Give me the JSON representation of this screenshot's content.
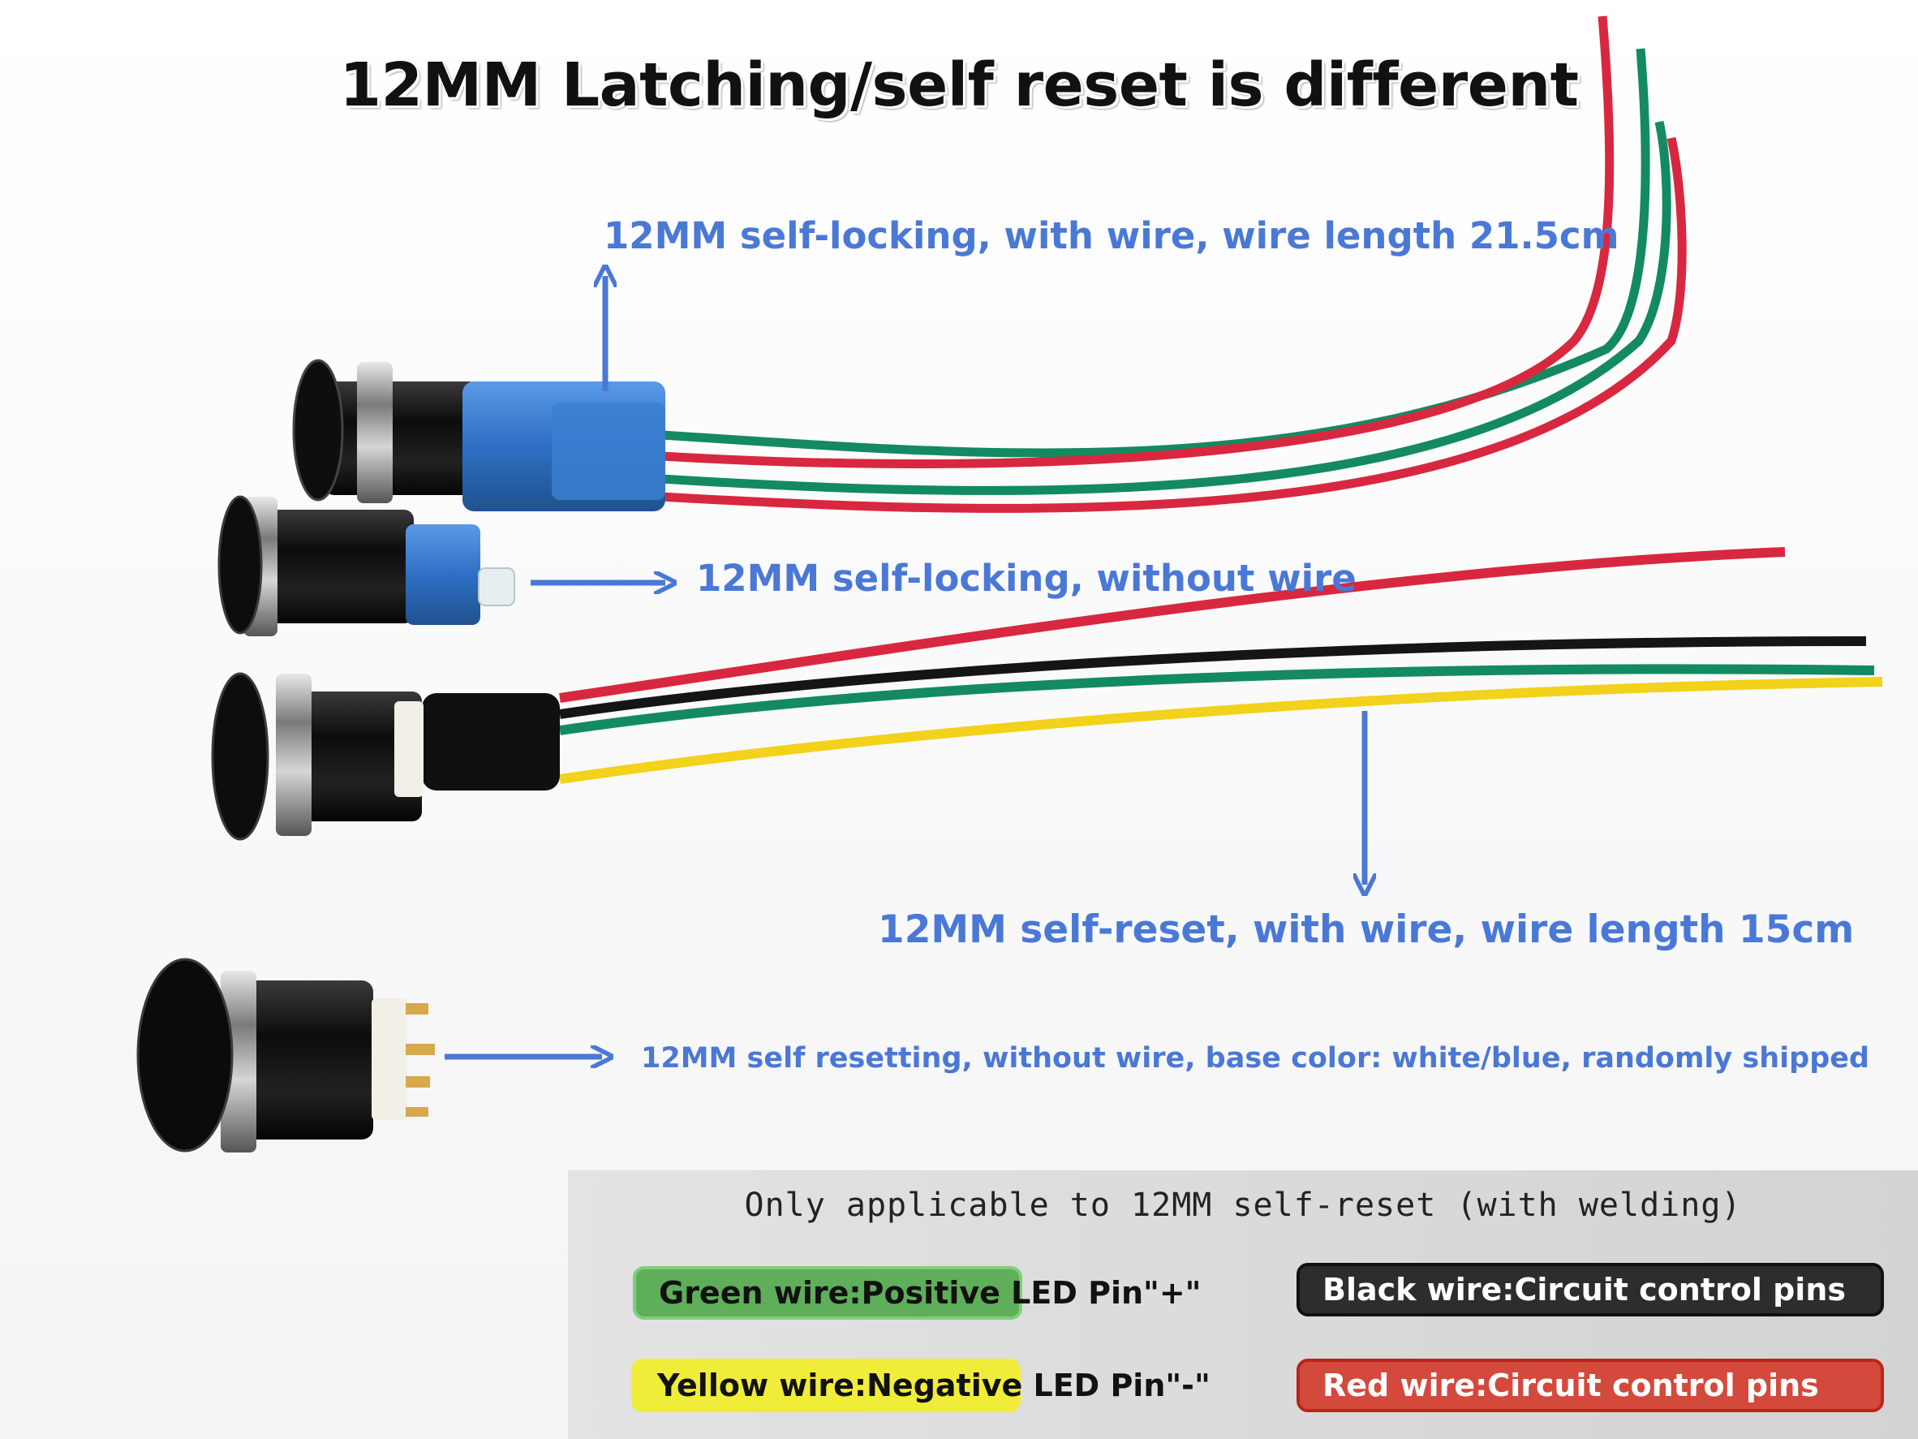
{
  "title": "12MM Latching/self reset is different",
  "labels": {
    "wired_locking": "12MM self-locking, with wire, wire length 21.5cm",
    "unwired_locking": "12MM self-locking, without wire",
    "wired_reset": "12MM self-reset, with wire, wire length 15cm",
    "unwired_reset": "12MM self resetting, without wire, base color: white/blue, randomly shipped"
  },
  "legend": {
    "title": "Only applicable to 12MM self-reset (with welding)",
    "green": "Green wire:Positive LED Pin\"+\"",
    "black": "Black wire:Circuit control pins",
    "yellow": "Yellow wire:Negative LED Pin\"-\"",
    "red": "Red wire:Circuit control pins"
  },
  "colors": {
    "label_blue": "#4a78d6",
    "wire_red": "#d8283f",
    "wire_green": "#138a62",
    "wire_yellow": "#f2d21a",
    "wire_black": "#151515",
    "housing_blue": "#3a7fd0"
  }
}
